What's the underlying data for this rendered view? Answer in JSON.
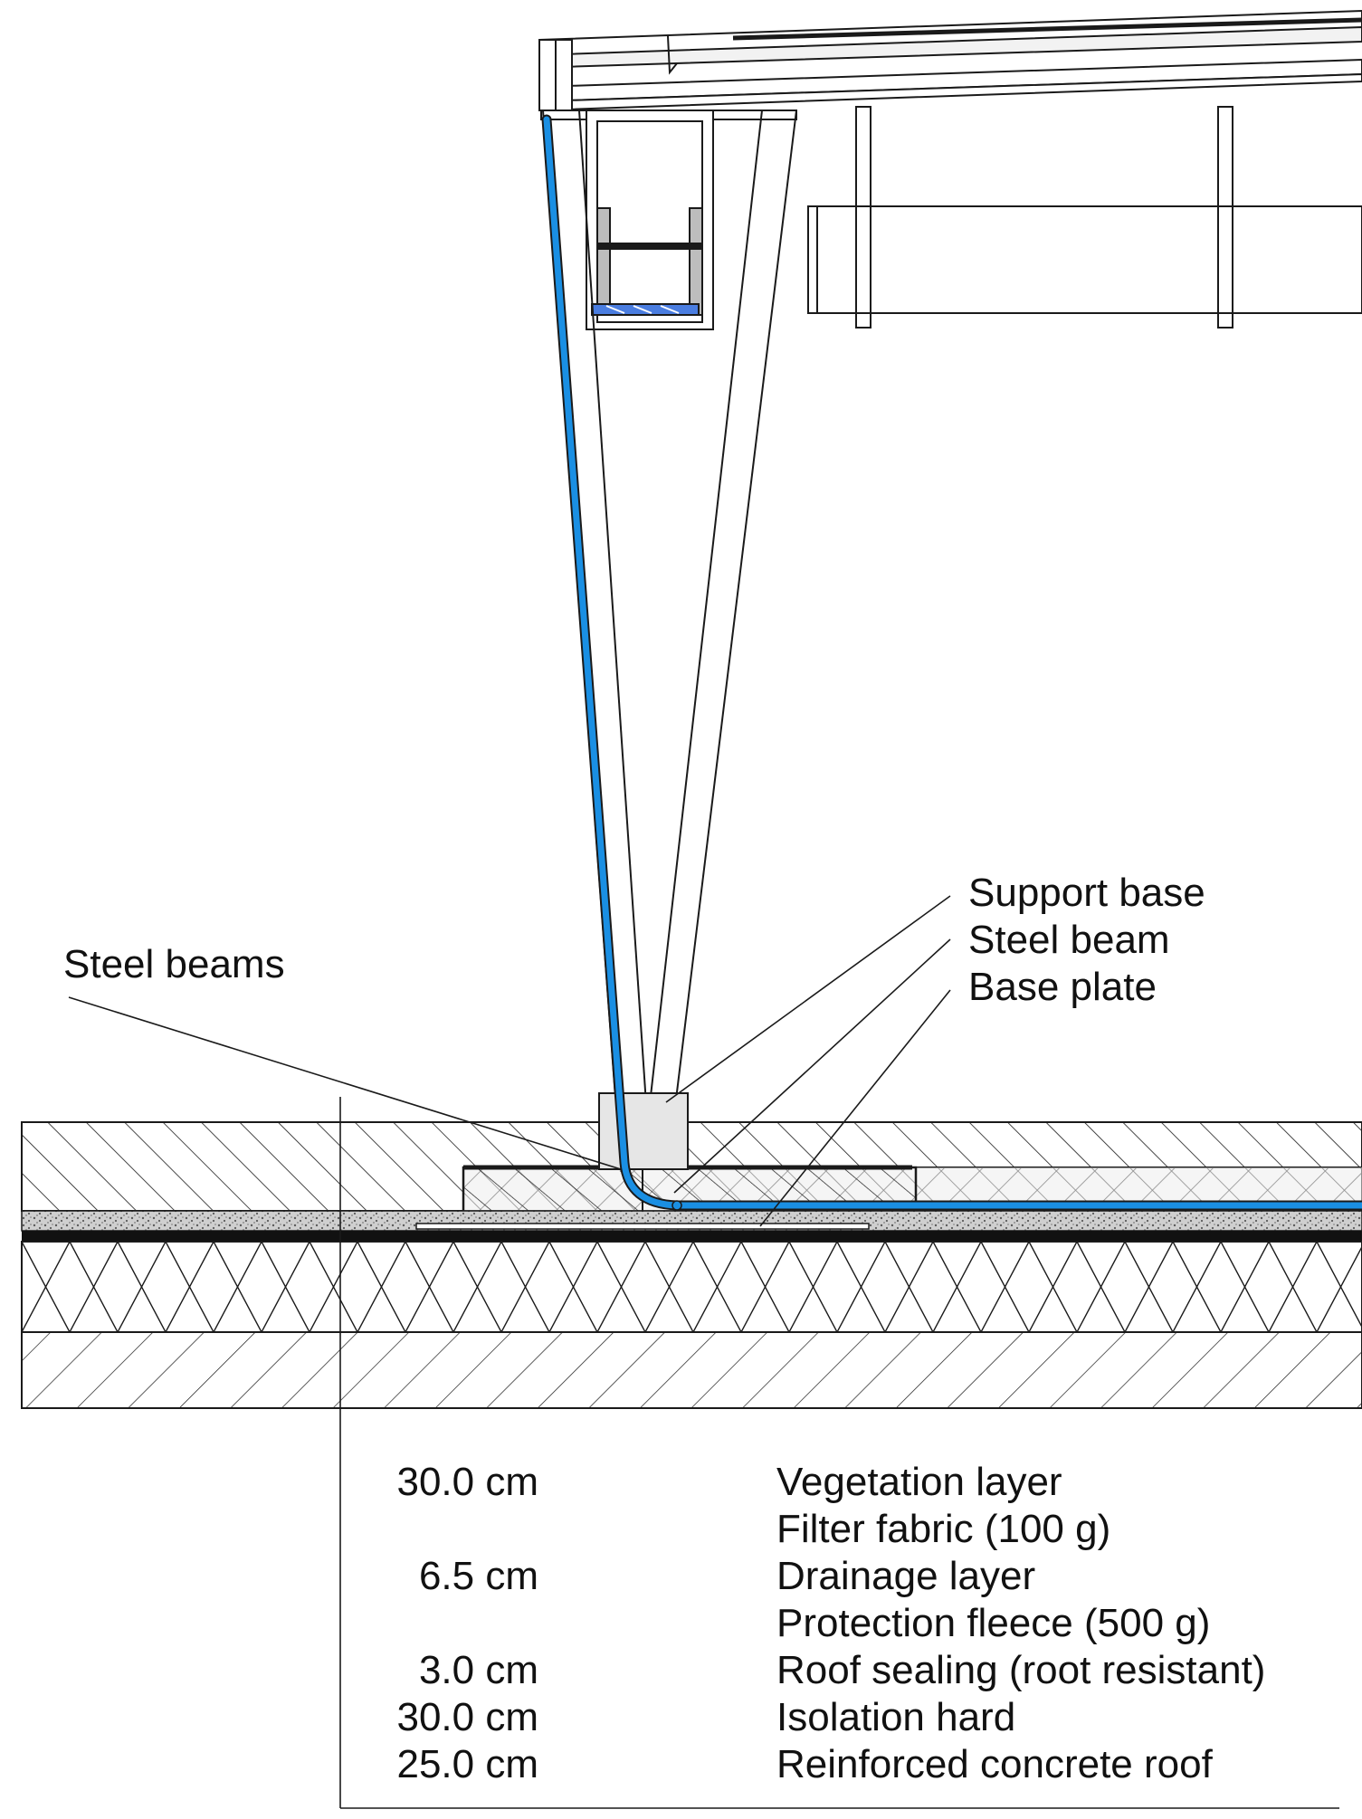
{
  "callouts": {
    "support_base": "Support base",
    "steel_beam": "Steel beam",
    "base_plate": "Base plate",
    "steel_beams": "Steel beams"
  },
  "layers": [
    {
      "thickness": "30.0 cm",
      "name": "Vegetation layer"
    },
    {
      "thickness": "",
      "name": "Filter fabric (100 g)"
    },
    {
      "thickness": "6.5 cm",
      "name": "Drainage layer"
    },
    {
      "thickness": "",
      "name": "Protection fleece (500 g)"
    },
    {
      "thickness": "3.0 cm",
      "name": "Roof sealing (root resistant)"
    },
    {
      "thickness": "30.0 cm",
      "name": "Isolation hard"
    },
    {
      "thickness": "25.0 cm",
      "name": "Reinforced concrete roof"
    }
  ],
  "colors": {
    "line": "#1a1a1a",
    "drain_pipe": "#1a8fe3",
    "hatch": "#1a1a1a",
    "gravel": "#8a8a8a",
    "support_fill": "#e6e6e6"
  }
}
